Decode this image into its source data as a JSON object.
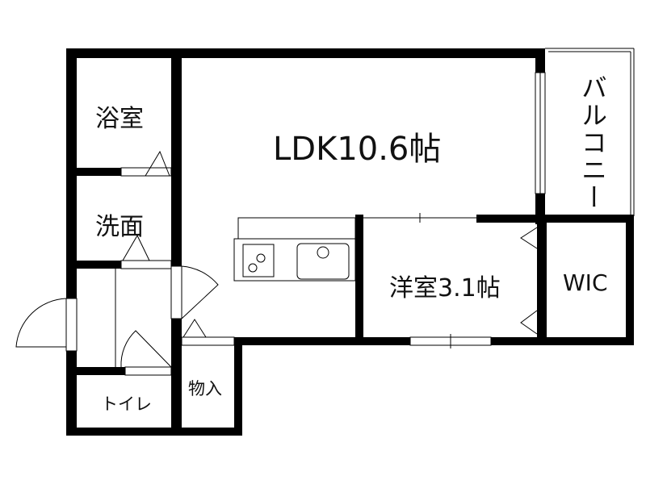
{
  "rooms": {
    "ldk": "LDK10.6帖",
    "bath": "浴室",
    "washroom": "洗面",
    "western": "洋室3.1帖",
    "wic": "WIC",
    "balcony": "バルコニー",
    "toilet": "トイレ",
    "storage": "物入"
  },
  "colors": {
    "wall": "#000000",
    "background": "#ffffff"
  }
}
